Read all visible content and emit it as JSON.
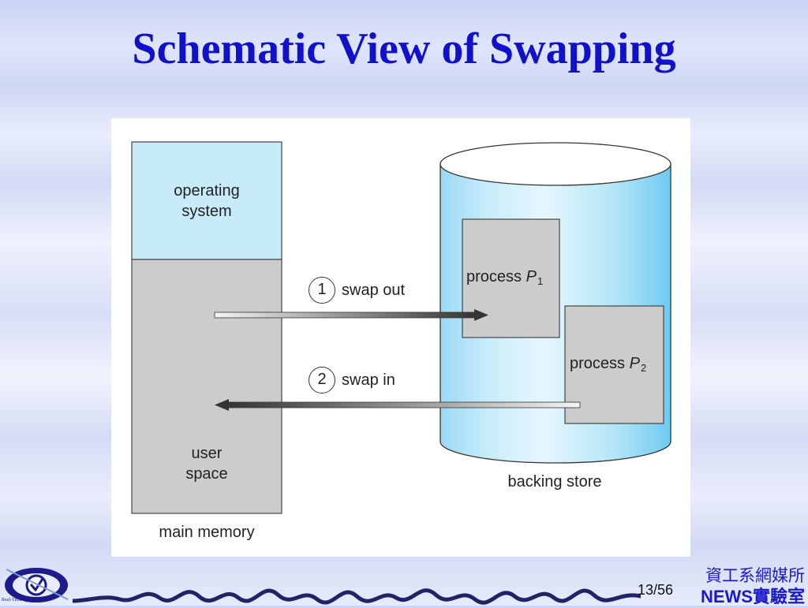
{
  "title": "Schematic View of Swapping",
  "diagram": {
    "main_memory": {
      "os_label_line1": "operating",
      "os_label_line2": "system",
      "user_label_line1": "user",
      "user_label_line2": "space",
      "caption": "main memory",
      "os_color": "#c7ebf9",
      "user_color": "#cccccc"
    },
    "backing_store": {
      "caption": "backing store",
      "p1_label": "process",
      "p1_var": "P",
      "p1_sub": "1",
      "p2_label": "process",
      "p2_var": "P",
      "p2_sub": "2",
      "cylinder_color": "#8fd8f5"
    },
    "steps": [
      {
        "number": "1",
        "label": "swap out"
      },
      {
        "number": "2",
        "label": "swap in"
      }
    ]
  },
  "footer": {
    "logo_text": "Real-Time Systems Lab",
    "page_current": "13",
    "page_total": "/56",
    "dept": "資工系網媒所",
    "lab_prefix": "NEWS",
    "lab_suffix": "實驗室"
  }
}
